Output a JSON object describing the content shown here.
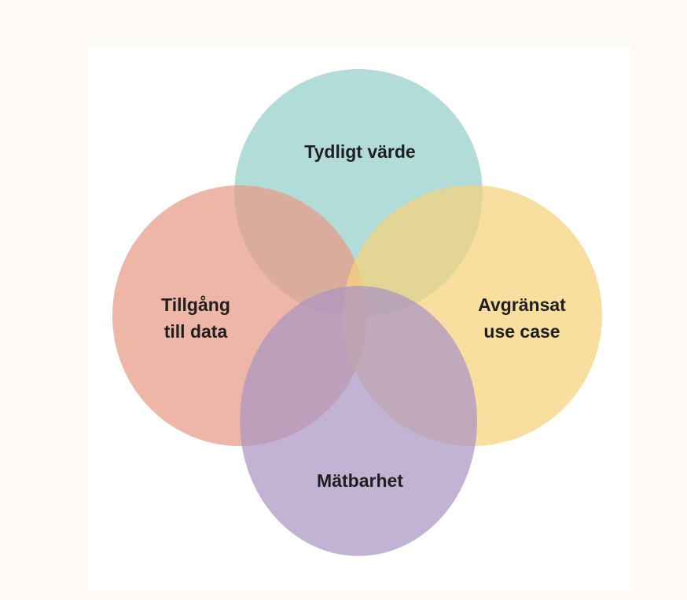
{
  "diagram": {
    "circles": [
      {
        "id": "top",
        "label": [
          "Tydligt värde"
        ],
        "color": "#94cfc9"
      },
      {
        "id": "left",
        "label": [
          "Tillgång",
          "till data"
        ],
        "color": "#e79a84"
      },
      {
        "id": "right",
        "label": [
          "Avgränsat",
          "use case"
        ],
        "color": "#f5d27c"
      },
      {
        "id": "bottom",
        "label": [
          "Mätbarhet"
        ],
        "color": "#ab94c4"
      }
    ]
  }
}
